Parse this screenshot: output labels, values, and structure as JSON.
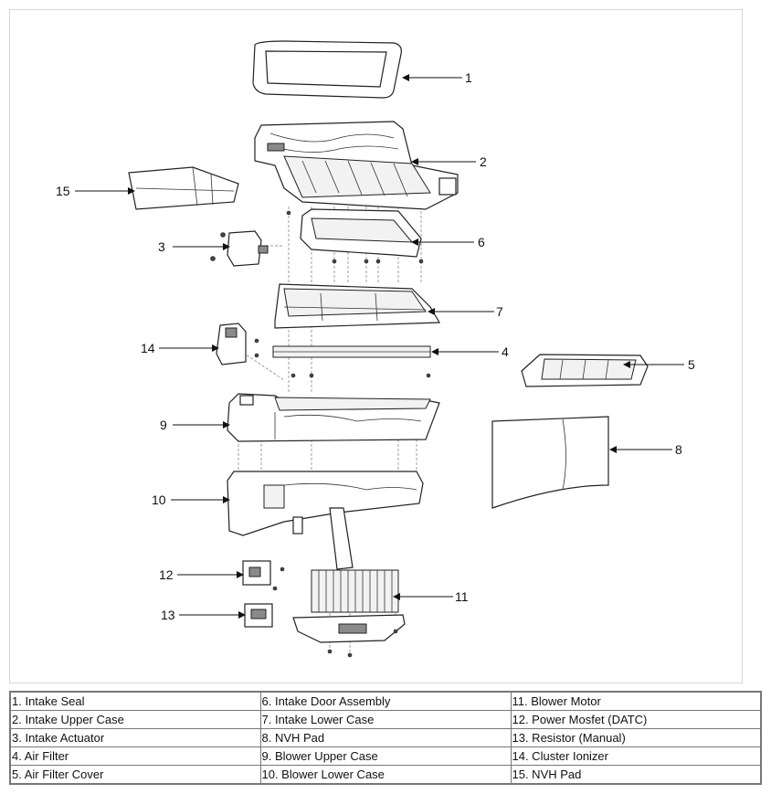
{
  "callouts": [
    "1",
    "2",
    "3",
    "4",
    "5",
    "6",
    "7",
    "8",
    "9",
    "10",
    "11",
    "12",
    "13",
    "14",
    "15"
  ],
  "legend": {
    "rows": [
      [
        "1. Intake Seal",
        "6. Intake Door Assembly",
        "11. Blower Motor"
      ],
      [
        "2. Intake Upper Case",
        "7. Intake Lower Case",
        "12. Power Mosfet (DATC)"
      ],
      [
        "3. Intake Actuator",
        "8. NVH Pad",
        "13. Resistor (Manual)"
      ],
      [
        "4. Air Filter",
        "9. Blower Upper Case",
        "14. Cluster Ionizer"
      ],
      [
        "5. Air Filter Cover",
        "10. Blower Lower Case",
        "15. NVH Pad"
      ]
    ]
  }
}
